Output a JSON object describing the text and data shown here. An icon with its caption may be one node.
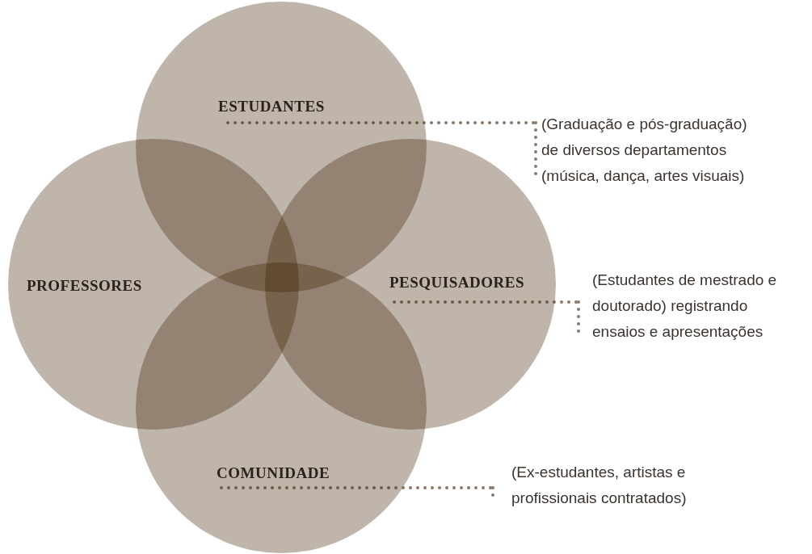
{
  "diagram": {
    "nodes": [
      {
        "text": [
          "ESTUDANTES"
        ]
      },
      {
        "text": [
          "PROFESSORES"
        ]
      },
      {
        "text": [
          "PESQUISADORES"
        ]
      },
      {
        "text": [
          "COMUNIDADE"
        ]
      },
      {
        "text": [
          "(Graduação e pós-graduação) de diversos departamentos (música, dança, artes visuais)"
        ]
      },
      {
        "text": [
          "(Estudantes de mestrado e doutorado) registrando ensaios e apresentações"
        ]
      },
      {
        "text": [
          "(Ex-estudantes, artistas e profissionais contratados)"
        ]
      }
    ],
    "edges": [
      {
        "from": 4,
        "to": 0,
        "arrow": "none",
        "style": "dashed"
      },
      {
        "from": 5,
        "to": 2,
        "arrow": "none",
        "style": "dashed"
      },
      {
        "from": 6,
        "to": 3,
        "arrow": "none",
        "style": "dashed"
      }
    ]
  }
}
